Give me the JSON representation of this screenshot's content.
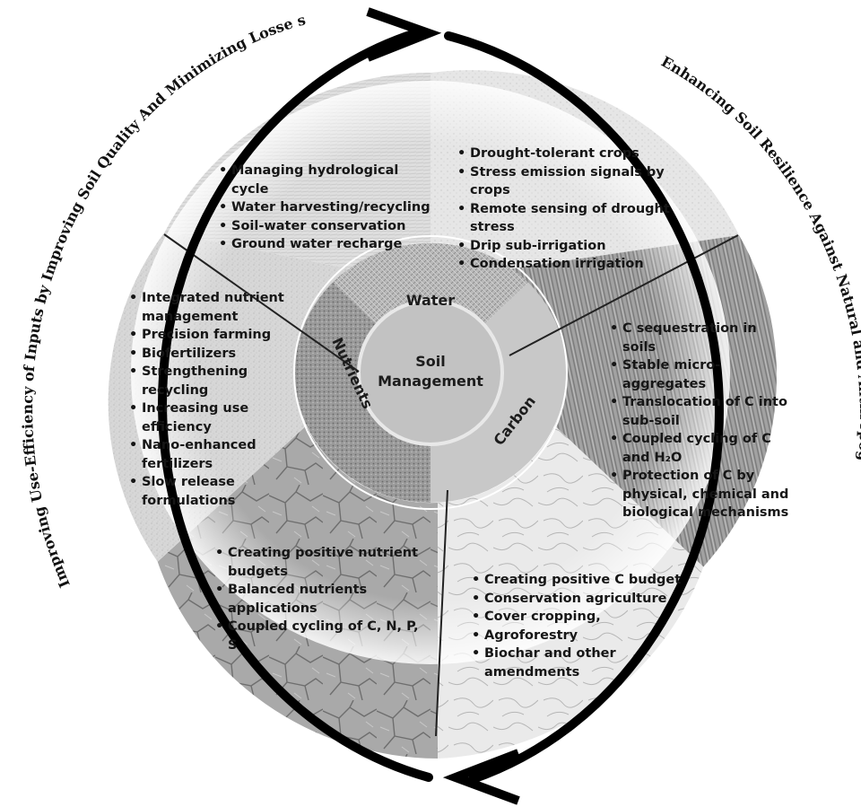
{
  "center": {
    "line1": "Soil",
    "line2": "Management"
  },
  "hub_labels": {
    "water": "Water",
    "nutrients": "Nutrients",
    "carbon": "Carbon"
  },
  "arc_labels": {
    "left": "Improving Use-Efficiency of Inputs by Improving Soil Quality And Minimizing Losse s",
    "right": "Enhancing Soil Resilience Against Natural and Anthropogenic Perturbations"
  },
  "segments": {
    "water_left": [
      "Managing hydrological cycle",
      "Water harvesting/recycling",
      "Soil-water conservation",
      "Ground water recharge"
    ],
    "water_right": [
      "Drought-tolerant crops",
      "Stress emission signals by crops",
      "Remote sensing of drought stress",
      "Drip sub-irrigation",
      "Condensation irrigation"
    ],
    "nutrients_upper": [
      "Integrated nutrient management",
      "Precision farming",
      "Biofertilizers",
      "Strengthening recycling",
      "Increasing use efficiency",
      "Nano-enhanced fertilizers",
      "Slow release formulations"
    ],
    "nutrients_lower": [
      "Creating positive nutrient budgets",
      "Balanced nutrients applications",
      "Coupled cycling of C, N, P, S"
    ],
    "carbon_upper": [
      "C sequestration in soils",
      "Stable micro-aggregates",
      "Translocation of C into sub-soil",
      "Coupled cycling of C and H₂O",
      "Protection of C by physical, chemical and biological mechanisms"
    ],
    "carbon_lower": [
      "Creating positive C budget",
      "Conservation agriculture",
      "Cover cropping,",
      "Agroforestry",
      "Biochar and other amendments"
    ]
  }
}
